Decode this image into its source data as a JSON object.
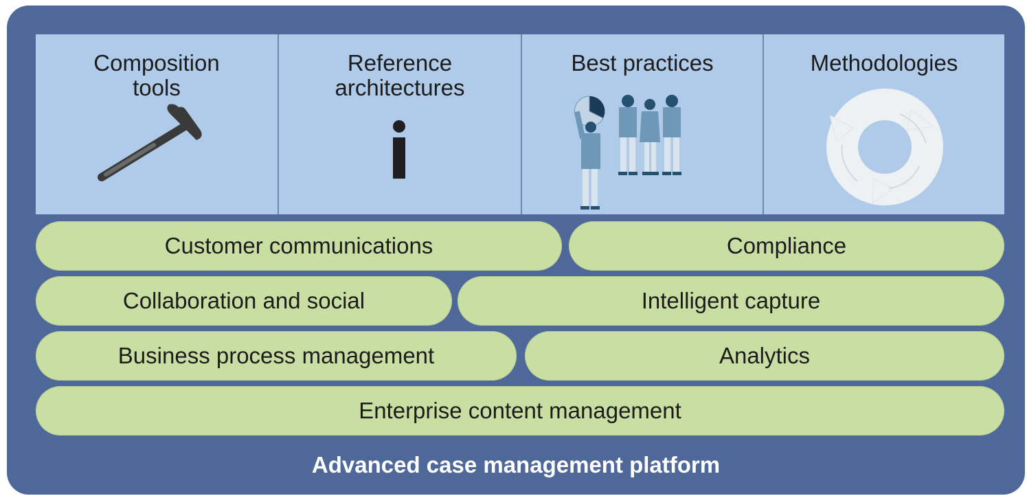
{
  "columns": [
    {
      "title_line1": "Composition",
      "title_line2": "tools",
      "icon": "hammer-icon"
    },
    {
      "title_line1": "Reference",
      "title_line2": "architectures",
      "icon": "info-icon"
    },
    {
      "title_line1": "Best practices",
      "title_line2": "",
      "icon": "people-icon"
    },
    {
      "title_line1": "Methodologies",
      "title_line2": "",
      "icon": "cycle-arrows-icon"
    }
  ],
  "capabilities": {
    "customer_communications": "Customer communications",
    "compliance": "Compliance",
    "collaboration_social": "Collaboration and social",
    "intelligent_capture": "Intelligent capture",
    "bpm": "Business process management",
    "analytics": "Analytics",
    "ecm": "Enterprise content management"
  },
  "platform_label": "Advanced case management platform",
  "colors": {
    "frame": "#4d6899",
    "top_panel": "#b0cbe9",
    "pill": "#c9dea3",
    "icon_dark": "#3a3a3a",
    "people": "#6f97b7"
  }
}
